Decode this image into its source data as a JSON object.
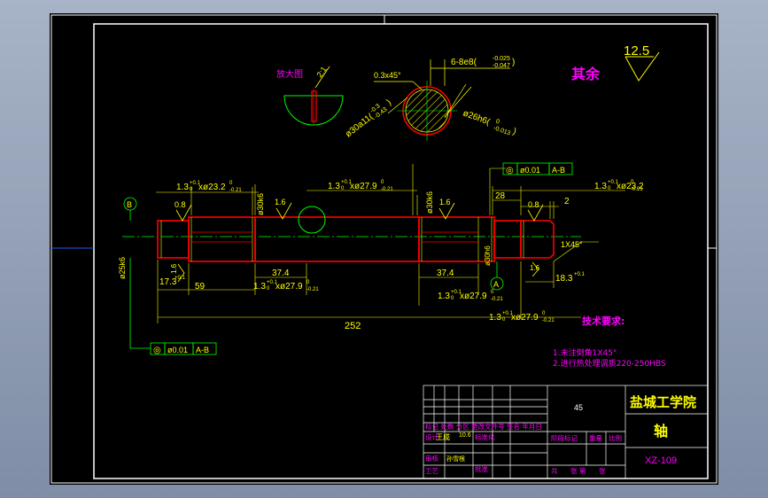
{
  "drawing": {
    "roughness_rest": "12.5",
    "rest_label": "其余",
    "detail_label": "放大图",
    "detail_scale": "2:1",
    "section": {
      "chamfer": "0.3x45°",
      "keyway_spec": "6-8e8(",
      "keyway_tol_upper": "-0.025",
      "keyway_tol_lower": "-0.047",
      "keyway_spec_close": ")",
      "minor_diam": "ø26h6(",
      "minor_tol_upper": "0",
      "minor_tol_lower": "-0.013",
      "minor_close": ")",
      "major_diam": "ø30a11(",
      "major_tol_upper": "-0.3",
      "major_tol_lower": "-0.43",
      "major_close": ")"
    },
    "dims": {
      "groove_left": "1.3",
      "groove_left_tol": "+0.1",
      "groove_left_tol0": "0",
      "groove_left_x": "xø23.2",
      "groove_left_x_up": "0",
      "groove_left_x_low": "-0.21",
      "groove_mid": "1.3",
      "groove_mid_tol": "+0.1",
      "groove_mid_tol0": "0",
      "groove_mid_x": "xø27.9",
      "groove_mid_x_up": "0",
      "groove_mid_x_low": "-0.21",
      "groove_right": "1.3",
      "groove_right_tol": "+0.1",
      "groove_right_tol0": "0",
      "groove_right_x": "xø23.2",
      "groove_right_x_up": "0",
      "groove_right_x_low": "-0.21",
      "d30_a": "ø30k6",
      "d30_b": "ø30k6",
      "d25": "ø25k6",
      "d30_keyed": "ø30h6",
      "len_28": "28",
      "len_2": "2",
      "len_59": "59",
      "len_374_left": "37.4",
      "len_374_right": "37.4",
      "len_173": "17.3",
      "len_173_tol": "+0.1",
      "len_183": "18.3",
      "len_183_tol": "+0.1",
      "len_252": "252",
      "lower_g1": "1.3",
      "lower_g1_tol": "+0.1",
      "lower_g1_tol0": "0",
      "lower_g1_x": "xø27.9",
      "lower_g1_x_up": "0",
      "lower_g1_x_low": "-0.21",
      "lower_g2": "1.3",
      "lower_g2_tol": "+0.1",
      "lower_g2_tol0": "0",
      "lower_g2_x": "xø27.9",
      "lower_g2_x_up": "0",
      "lower_g2_x_low": "-0.21",
      "lower_g3": "1.3",
      "lower_g3_tol": "+0.1",
      "lower_g3_tol0": "0",
      "lower_g3_x": "xø27.9",
      "lower_g3_x_up": "0",
      "lower_g3_x_low": "-0.21",
      "chamfer_right": "1X45°",
      "rough_08_a": "0.8",
      "rough_08_b": "0.8",
      "rough_16_a": "1.6",
      "rough_16_b": "1.6",
      "rough_16_c": "1.6",
      "rough_16_d": "1.6",
      "datum_a": "A",
      "datum_b": "B",
      "tol_frame_top_sym": "◎",
      "tol_frame_top_val": "ø0.01",
      "tol_frame_top_ref": "A-B",
      "tol_frame_bot_sym": "◎",
      "tol_frame_bot_val": "ø0.01",
      "tol_frame_bot_ref": "A-B"
    },
    "requirements": {
      "title": "技术要求:",
      "item1": "1.未注倒角1X45°",
      "item2": "2.进行热处理调质220-250HBS"
    },
    "title_block": {
      "material": "45",
      "school": "盐城工学院",
      "part_name": "轴",
      "drawing_no": "XZ-109",
      "row_labels": "标记 处数 分区 更改文件号 签名 年月日",
      "designer_label": "设计",
      "designer": "王成",
      "date": "10.6",
      "std_label": "标准化",
      "checker_label": "审核",
      "checker": "孙雪根",
      "process_label": "工艺",
      "approve_label": "批准",
      "stage_label": "阶段标记",
      "weight_label": "重量",
      "scale_label": "比例",
      "sheets": "共",
      "sheet_of": "张 第",
      "sheet_end": "张"
    }
  },
  "colors": {
    "background": "#000000",
    "frame": "#ffffff",
    "dimension": "#ffff00",
    "outline": "#ff0000",
    "centerline": "#00ff00",
    "annotation": "#ff00ff",
    "leader": "#00ff00",
    "titleblock_line": "#ffffff"
  }
}
